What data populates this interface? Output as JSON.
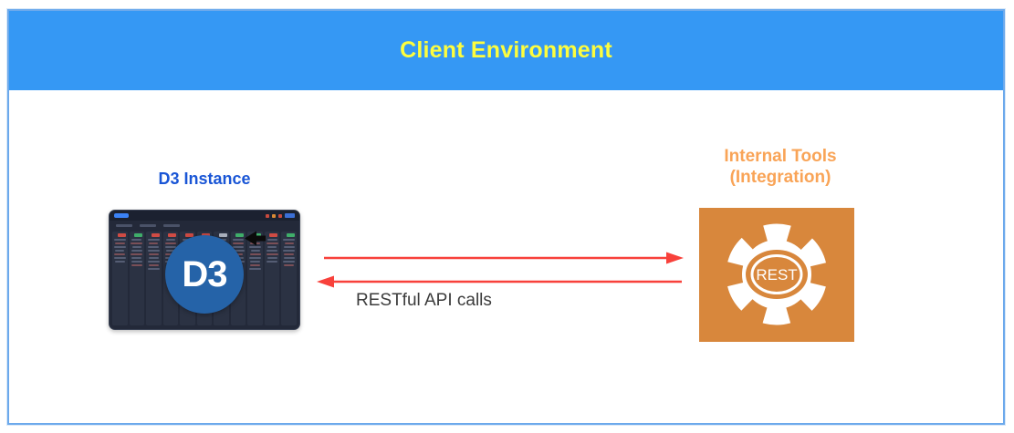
{
  "header": {
    "title": "Client Environment",
    "bg_color": "#3598f4",
    "text_color": "#fdfd3e",
    "frame_border_color": "#6ca9ec"
  },
  "d3_instance": {
    "label": "D3 Instance",
    "label_color": "#1a56d6",
    "logo_text": "D3",
    "logo_bg_color": "#2563a8",
    "dashboard": {
      "bg_color": "#232939",
      "column_badge_colors": [
        "#cf4b44",
        "#3fae6a",
        "#cf4b44",
        "#cf4b44",
        "#cf4b44",
        "#cf4b44",
        "#aab0bd",
        "#3fae6a",
        "#3fae6a",
        "#cf4b44",
        "#3fae6a"
      ]
    },
    "cursor_icon": "black-left-arrow-cursor"
  },
  "connection": {
    "label": "RESTful API calls",
    "label_color": "#3b3b3b",
    "arrow_color": "#f8413b",
    "arrows": [
      {
        "direction": "right",
        "from": "D3 Instance",
        "to": "Internal Tools"
      },
      {
        "direction": "left",
        "from": "Internal Tools",
        "to": "D3 Instance"
      }
    ]
  },
  "internal_tools": {
    "label_line1": "Internal Tools",
    "label_line2": "(Integration)",
    "label_color": "#f9a457",
    "box_bg_color": "#d8873c",
    "gear_icon": "rest-gear-icon",
    "gear_text": "REST"
  }
}
